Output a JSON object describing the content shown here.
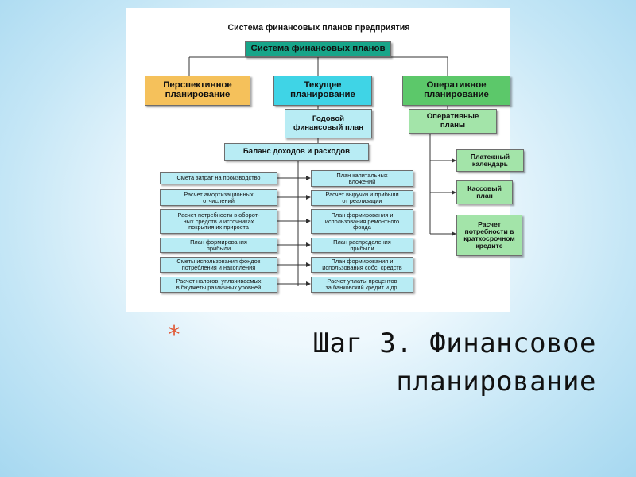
{
  "diagram": {
    "caption": "Система финансовых планов предприятия",
    "root": "Система финансовых планов",
    "branches": {
      "perspective": "Перспективное\nпланирование",
      "current": "Текущее\nпланирование",
      "operative": "Оперативное\nпланирование"
    },
    "annual_plan": "Годовой\nфинансовый план",
    "operative_plans": "Оперативные\nпланы",
    "balance": "Баланс доходов и расходов",
    "left_items": [
      "Смета затрат на производство",
      "Расчет амортизационных\nотчислений",
      "Расчет потребности в оборот-\nных средств и источниках\nпокрытия их прироста",
      "План формирования\nприбыли",
      "Сметы использования фондов\nпотребления и накопления",
      "Расчет налогов, уплачиваемых\nв бюджеты различных уровней"
    ],
    "right_items": [
      "План капитальных\nвложений",
      "Расчет выручки и прибыли\nот реализации",
      "План формирования и\nиспользования ремонтного\nфонда",
      "План  распределения\nприбыли",
      "План формирования и\nиспользования собс. средств",
      "Расчет уплаты процентов\nза банковский кредит и др."
    ],
    "operative_items": [
      "Платежный\nкалендарь",
      "Кассовый\nплан",
      "Расчет\nпотребности в\nкраткосрочном\nкредите"
    ]
  },
  "slide": {
    "bullet": "*",
    "title": "Шаг 3. Финансовое\nпланирование"
  },
  "colors": {
    "root": "#17a589",
    "perspective": "#f5c15b",
    "current": "#3fd4e6",
    "operative": "#5cc86a",
    "small_box": "#b8ecf4",
    "operative_box": "#a3e4a9",
    "bullet": "#e05c3a"
  }
}
